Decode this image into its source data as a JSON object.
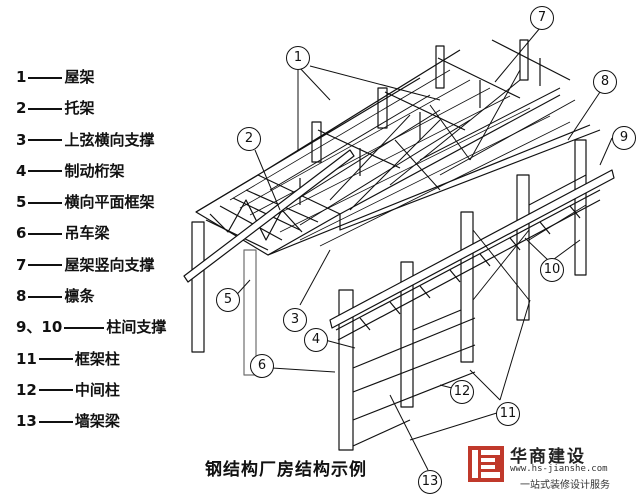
{
  "legend": [
    {
      "num": "1",
      "label": "屋架"
    },
    {
      "num": "2",
      "label": "托架"
    },
    {
      "num": "3",
      "label": "上弦横向支撑"
    },
    {
      "num": "4",
      "label": "制动桁架"
    },
    {
      "num": "5",
      "label": "横向平面框架"
    },
    {
      "num": "6",
      "label": "吊车梁"
    },
    {
      "num": "7",
      "label": "屋架竖向支撑"
    },
    {
      "num": "8",
      "label": "檩条"
    },
    {
      "num": "9、10",
      "label": "柱间支撑"
    },
    {
      "num": "11",
      "label": "框架柱"
    },
    {
      "num": "12",
      "label": "中间柱"
    },
    {
      "num": "13",
      "label": "墙架梁"
    }
  ],
  "caption": "钢结构厂房结构示例",
  "callouts": [
    "1",
    "2",
    "3",
    "4",
    "5",
    "6",
    "7",
    "8",
    "9",
    "10",
    "11",
    "12",
    "13"
  ],
  "watermark": {
    "name": "华商建设",
    "url": "www.hs-jianshe.com",
    "slogan": "一站式装修设计服务"
  },
  "colors": {
    "line": "#111111",
    "logo_red": "#c0392b"
  }
}
